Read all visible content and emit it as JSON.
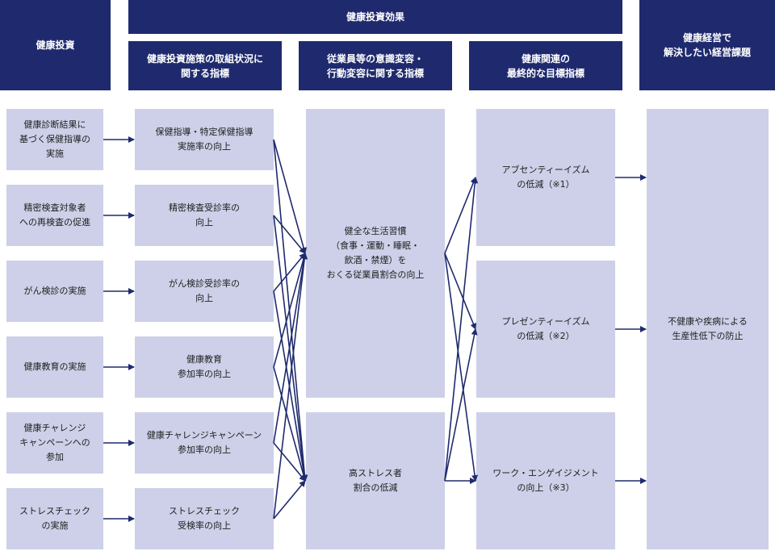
{
  "headers": {
    "investment": "健康投資",
    "effect": "健康投資効果",
    "effect_sub1": "健康投資施策の取組状況に\n関する指標",
    "effect_sub2": "従業員等の意識変容・\n行動変容に関する指標",
    "effect_sub3": "健康関連の\n最終的な目標指標",
    "issue": "健康経営で\n解決したい経営課題"
  },
  "investments": [
    "健康診断結果に\n基づく保健指導の\n実施",
    "精密検査対象者\nへの再検査の促進",
    "がん検診の実施",
    "健康教育の実施",
    "健康チャレンジ\nキャンペーンへの\n参加",
    "ストレスチェック\nの実施"
  ],
  "initiatives": [
    "保健指導・特定保健指導\n実施率の向上",
    "精密検査受診率の\n向上",
    "がん検診受診率の\n向上",
    "健康教育\n参加率の向上",
    "健康チャレンジキャンペーン\n参加率の向上",
    "ストレスチェック\n受検率の向上"
  ],
  "behaviors": [
    "健全な生活習慣\n（食事・運動・睡眠・\n飲酒・禁煙）を\nおくる従業員割合の向上",
    "高ストレス者\n割合の低減"
  ],
  "goals": [
    "アブセンティーイズム\nの低減（※1）",
    "プレゼンティーイズム\nの低減（※2）",
    "ワーク・エンゲイジメント\nの向上（※3）"
  ],
  "issue_box": "不健康や疾病による\n生産性低下の防止",
  "colors": {
    "header": "#1f2a6e",
    "box": "#cdd0e8",
    "arrow": "#1f2a6e"
  }
}
